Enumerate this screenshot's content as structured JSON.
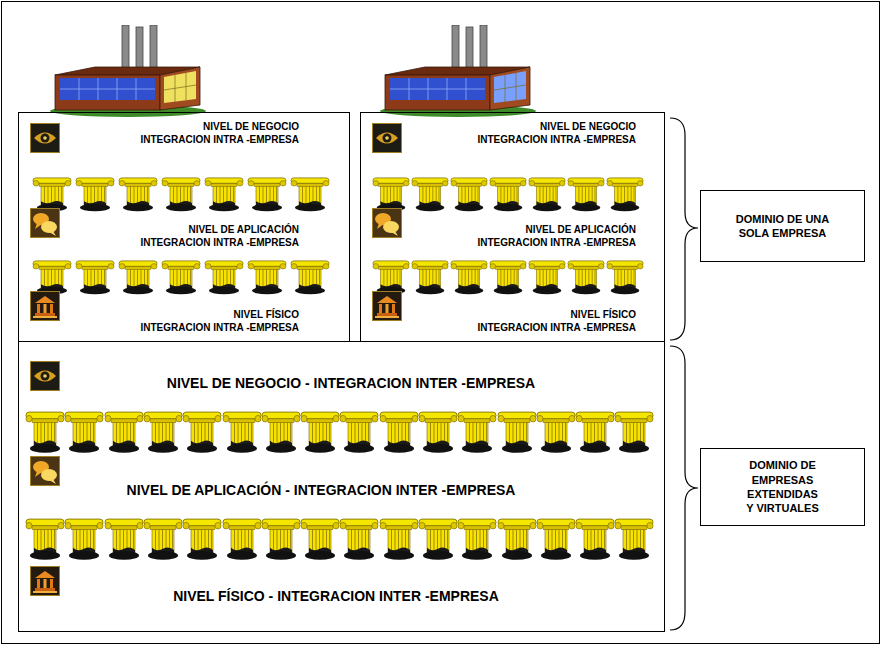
{
  "diagram": {
    "nodes": [
      {
        "text": [
          "NIVEL DE NEGOCIO INTEGRACION INTRA -EMPRESA",
          "NIVEL DE APLICACIÓN INTEGRACION INTRA -EMPRESA",
          "NIVEL FÍSICO INTEGRACION INTRA -EMPRESA"
        ]
      },
      {
        "text": [
          "NIVEL DE NEGOCIO INTEGRACION INTRA -EMPRESA",
          "NIVEL DE APLICACIÓN INTEGRACION INTRA -EMPRESA",
          "NIVEL FÍSICO INTEGRACION INTRA -EMPRESA"
        ]
      },
      {
        "text": [
          "DOMINIO DE UNA SOLA EMPRESA"
        ]
      },
      {
        "text": [
          "NIVEL DE NEGOCIO - INTEGRACION INTER -EMPRESA",
          "NIVEL DE APLICACIÓN - INTEGRACION INTER -EMPRESA",
          "NIVEL FÍSICO - INTEGRACION INTER -EMPRESA"
        ]
      },
      {
        "text": [
          "DOMINIO DE EMPRESAS EXTENDIDAS Y VIRTUALES"
        ]
      }
    ]
  }
}
